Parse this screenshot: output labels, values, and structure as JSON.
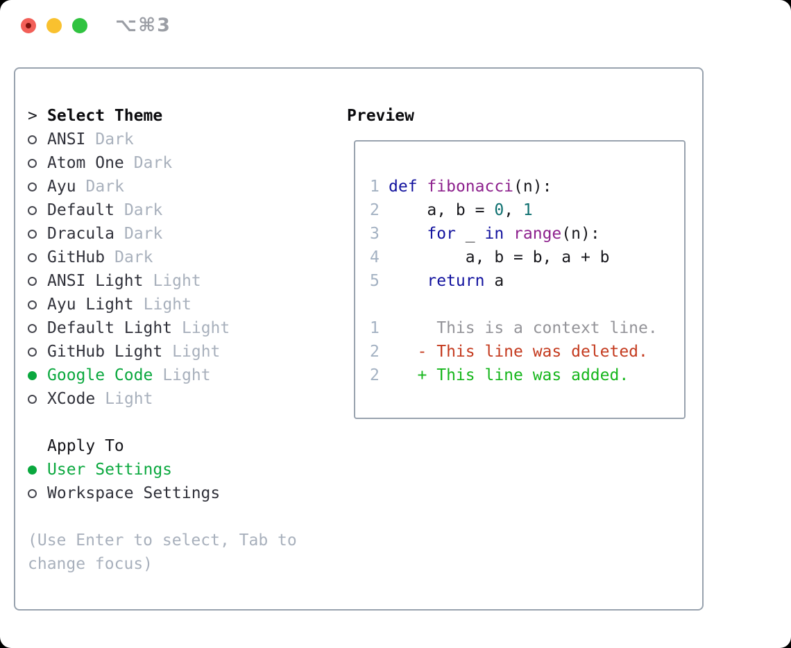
{
  "titlebar": {
    "shortcut": "⌥⌘3"
  },
  "theme_list": {
    "cursor": ">",
    "header": "Select Theme",
    "items": [
      {
        "name": "ANSI",
        "variant": "Dark",
        "selected": false
      },
      {
        "name": "Atom One",
        "variant": "Dark",
        "selected": false
      },
      {
        "name": "Ayu",
        "variant": "Dark",
        "selected": false
      },
      {
        "name": "Default",
        "variant": "Dark",
        "selected": false
      },
      {
        "name": "Dracula",
        "variant": "Dark",
        "selected": false
      },
      {
        "name": "GitHub",
        "variant": "Dark",
        "selected": false
      },
      {
        "name": "ANSI Light",
        "variant": "Light",
        "selected": false
      },
      {
        "name": "Ayu Light",
        "variant": "Light",
        "selected": false
      },
      {
        "name": "Default Light",
        "variant": "Light",
        "selected": false
      },
      {
        "name": "GitHub Light",
        "variant": "Light",
        "selected": false
      },
      {
        "name": "Google Code",
        "variant": "Light",
        "selected": true
      },
      {
        "name": "XCode",
        "variant": "Light",
        "selected": false
      }
    ]
  },
  "apply_to": {
    "header": "Apply To",
    "options": [
      {
        "label": "User Settings",
        "selected": true
      },
      {
        "label": "Workspace Settings",
        "selected": false
      }
    ]
  },
  "help": {
    "line1": "(Use Enter to select, Tab to",
    "line2": "change focus)"
  },
  "preview": {
    "header": "Preview",
    "lines": [
      {
        "ln": "1",
        "tokens": [
          {
            "c": "kw",
            "t": "def"
          },
          {
            "c": "pl",
            "t": " "
          },
          {
            "c": "fn",
            "t": "fibonacci"
          },
          {
            "c": "pl",
            "t": "(n):"
          }
        ]
      },
      {
        "ln": "2",
        "tokens": [
          {
            "c": "pl",
            "t": "    a, b = "
          },
          {
            "c": "lit",
            "t": "0"
          },
          {
            "c": "pl",
            "t": ", "
          },
          {
            "c": "lit",
            "t": "1"
          }
        ]
      },
      {
        "ln": "3",
        "tokens": [
          {
            "c": "pl",
            "t": "    "
          },
          {
            "c": "kw",
            "t": "for"
          },
          {
            "c": "pl",
            "t": " _ "
          },
          {
            "c": "kw",
            "t": "in"
          },
          {
            "c": "pl",
            "t": " "
          },
          {
            "c": "fn",
            "t": "range"
          },
          {
            "c": "pl",
            "t": "(n):"
          }
        ]
      },
      {
        "ln": "4",
        "tokens": [
          {
            "c": "pl",
            "t": "        a, b = b, a + b"
          }
        ]
      },
      {
        "ln": "5",
        "tokens": [
          {
            "c": "pl",
            "t": "    "
          },
          {
            "c": "kw",
            "t": "return"
          },
          {
            "c": "pl",
            "t": " a"
          }
        ]
      },
      {
        "blank": true
      },
      {
        "ln": "1",
        "tokens": [
          {
            "c": "ctx",
            "t": "     This is a context line."
          }
        ]
      },
      {
        "ln": "2",
        "tokens": [
          {
            "c": "del",
            "t": "   - This line was deleted."
          }
        ]
      },
      {
        "ln": "2",
        "tokens": [
          {
            "c": "add",
            "t": "   + This line was added."
          }
        ]
      }
    ]
  },
  "colors": {
    "selected_green": "#0aa83e",
    "added_green": "#16b61c",
    "deleted_red": "#c43a1e",
    "keyword_navy": "#12129e",
    "function_purple": "#8d218d",
    "literal_teal": "#0d6f6f",
    "muted_gray": "#a8b0bc",
    "line_number_gray": "#a3b1c2",
    "context_gray": "#939398",
    "panel_border": "#98a2ae",
    "traffic_red": "#f25f58",
    "traffic_yellow": "#f9c12f",
    "traffic_green": "#30c340"
  }
}
